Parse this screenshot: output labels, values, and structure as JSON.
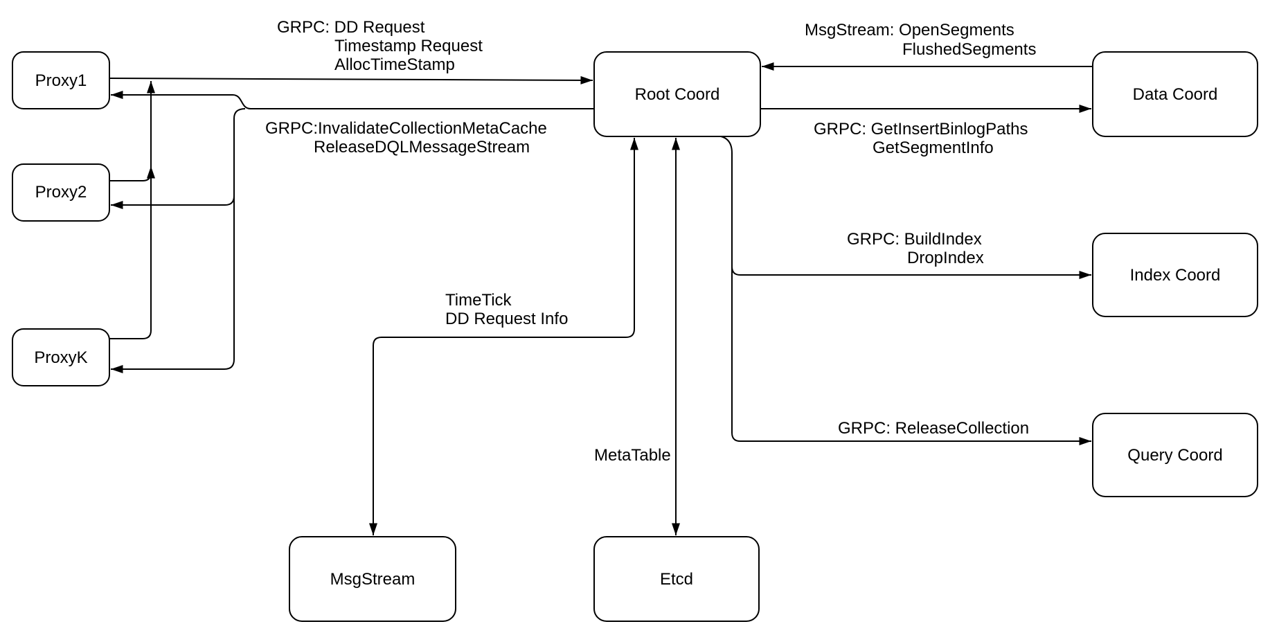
{
  "diagram": {
    "background_color": "#ffffff",
    "stroke_color": "#000000",
    "text_color": "#000000",
    "nodes": [
      {
        "id": "proxy1",
        "label": "Proxy1"
      },
      {
        "id": "proxy2",
        "label": "Proxy2"
      },
      {
        "id": "proxyk",
        "label": "ProxyK"
      },
      {
        "id": "root-coord",
        "label": "Root Coord"
      },
      {
        "id": "data-coord",
        "label": "Data Coord"
      },
      {
        "id": "index-coord",
        "label": "Index Coord"
      },
      {
        "id": "query-coord",
        "label": "Query Coord"
      },
      {
        "id": "msgstream",
        "label": "MsgStream"
      },
      {
        "id": "etcd",
        "label": "Etcd"
      }
    ],
    "edges": {
      "proxies_to_root": {
        "lines": [
          "GRPC: DD Request",
          "Timestamp Request",
          "AllocTimeStamp"
        ]
      },
      "root_to_proxies": {
        "lines": [
          "GRPC:InvalidateCollectionMetaCache",
          "ReleaseDQLMessageStream"
        ]
      },
      "data_to_root": {
        "lines": [
          "MsgStream: OpenSegments",
          "FlushedSegments"
        ]
      },
      "root_to_data": {
        "lines": [
          "GRPC: GetInsertBinlogPaths",
          "GetSegmentInfo"
        ]
      },
      "root_to_index": {
        "lines": [
          "GRPC: BuildIndex",
          "DropIndex"
        ]
      },
      "root_to_query": {
        "lines": [
          "GRPC: ReleaseCollection"
        ]
      },
      "root_to_msgstream": {
        "lines": [
          "TimeTick",
          "DD Request Info"
        ]
      },
      "root_to_etcd": {
        "lines": [
          "MetaTable"
        ]
      }
    }
  }
}
